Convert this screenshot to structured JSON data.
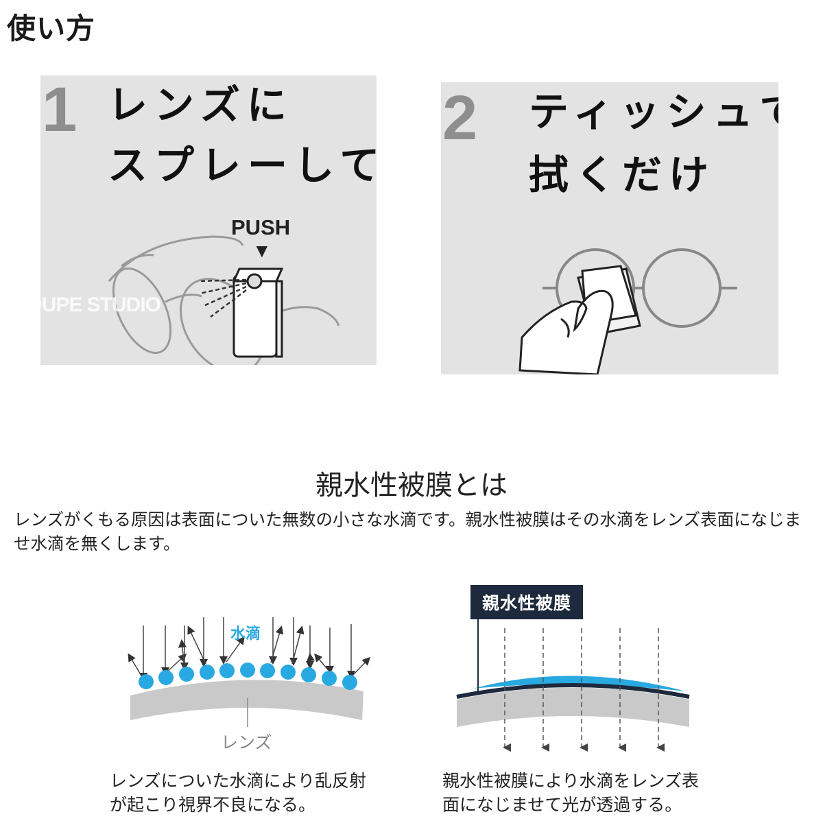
{
  "page_title": "使い方",
  "steps": [
    {
      "number": "1",
      "line1": "レンズに",
      "line2": "スプレーして",
      "push_label": "PUSH",
      "push_arrow": "▼",
      "watermark": "LOUPE STUDIO"
    },
    {
      "number": "2",
      "line1": "ティッシュで",
      "line2": "拭くだけ"
    }
  ],
  "section": {
    "title": "親水性被膜とは",
    "description": "レンズがくもる原因は表面についた無数の小さな水滴です。親水性被膜はその水滴をレンズ表面になじませ水滴を無くします。"
  },
  "diagrams": [
    {
      "drop_label": "水滴",
      "lens_label": "レンズ",
      "caption_line1": "レンズについた水滴により乱反射",
      "caption_line2": "が起こり視界不良になる。"
    },
    {
      "coating_label": "親水性被膜",
      "caption_line1": "親水性被膜により水滴をレンズ表",
      "caption_line2": "面になじませて光が透過する。"
    }
  ],
  "colors": {
    "accent_drop": "#29a9e1",
    "coating_dark": "#1d2a3d",
    "panel_bg": "#e3e3e3"
  }
}
